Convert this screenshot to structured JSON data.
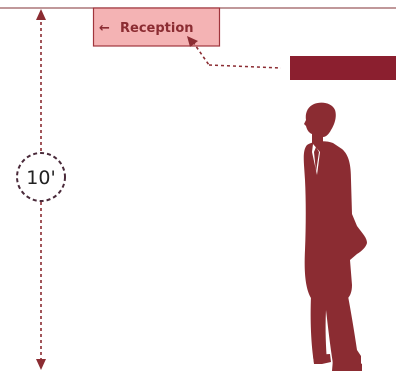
{
  "sign": {
    "arrow_glyph": "←",
    "label": "Reception"
  },
  "measurement": {
    "label": "10'"
  },
  "colors": {
    "primary": "#8b2c32",
    "sign_fill": "#f4b3b4",
    "sign_border": "#a0353c",
    "ceiling_line": "#9a5a5e",
    "tag_fill": "#8b1f2f",
    "measure_ring": "#4a2a3a"
  },
  "icons": [
    "arrow-left-icon",
    "standing-man-silhouette"
  ]
}
